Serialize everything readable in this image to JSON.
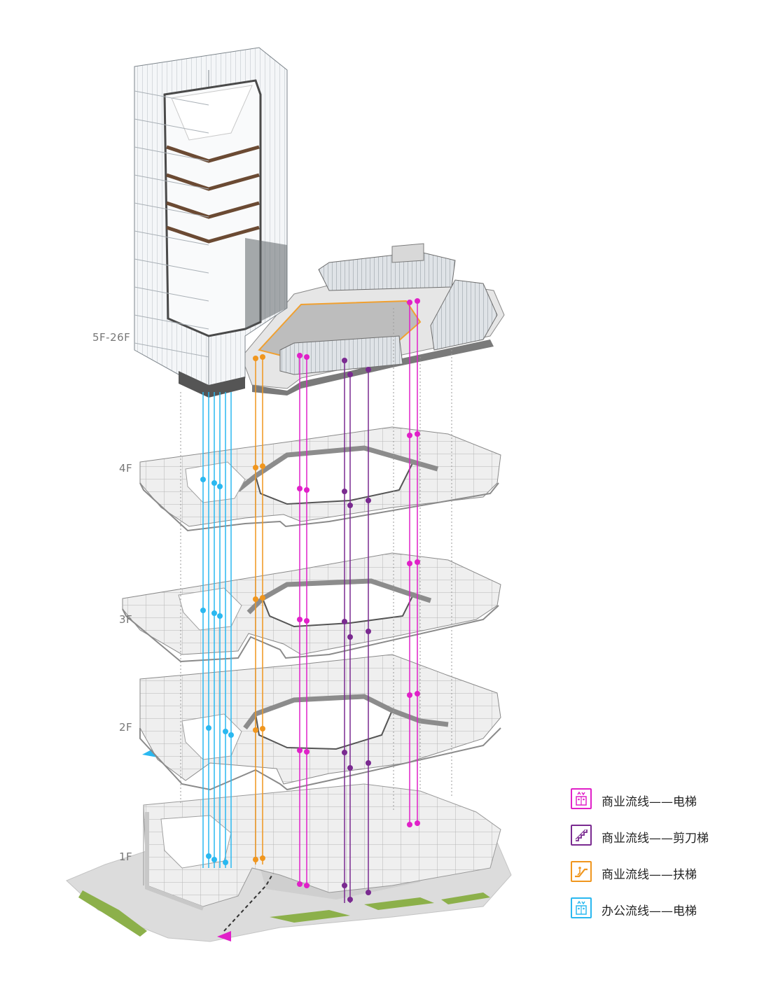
{
  "floors": {
    "f5_26": "5F-26F",
    "f4": "4F",
    "f3": "3F",
    "f2": "2F",
    "f1": "1F"
  },
  "legend": [
    {
      "label": "商业流线——电梯",
      "color": "#e020c8",
      "icon": "elevator-icon"
    },
    {
      "label": "商业流线——剪刀梯",
      "color": "#7a2a90",
      "icon": "scissor-stair-icon"
    },
    {
      "label": "商业流线——扶梯",
      "color": "#f0961e",
      "icon": "escalator-icon"
    },
    {
      "label": "办公流线——电梯",
      "color": "#2ab8f0",
      "icon": "elevator-icon"
    }
  ],
  "colors": {
    "commercial_elevator": "#e020c8",
    "commercial_scissor": "#7a2a90",
    "commercial_escalator": "#f0961e",
    "office_elevator": "#2ab8f0",
    "slab": "#e8e8e8",
    "slab_edge": "#9a9a9a",
    "corridor": "#8c8c8c"
  }
}
